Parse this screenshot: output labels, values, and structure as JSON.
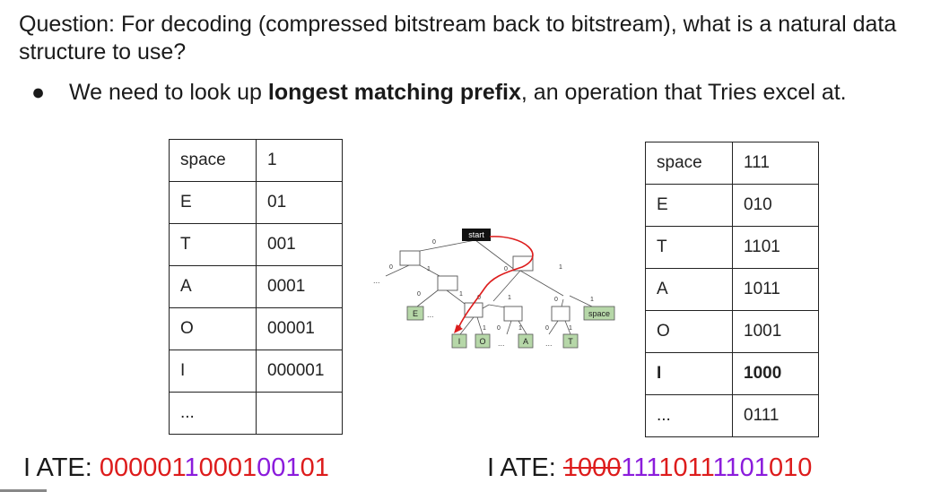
{
  "question": "Question: For decoding (compressed bitstream back to bitstream), what is a natural data structure to use?",
  "bullet": {
    "dot": "●",
    "text_before": "We need to look up ",
    "text_bold": "longest matching prefix",
    "text_after": ", an operation that Tries excel at."
  },
  "table_left": {
    "rows": [
      {
        "symbol": "space",
        "code": "1"
      },
      {
        "symbol": "E",
        "code": "01"
      },
      {
        "symbol": "T",
        "code": "001"
      },
      {
        "symbol": "A",
        "code": "0001"
      },
      {
        "symbol": "O",
        "code": "00001"
      },
      {
        "symbol": "I",
        "code": "000001"
      },
      {
        "symbol": "...",
        "code": ""
      }
    ]
  },
  "table_right": {
    "rows": [
      {
        "symbol": "space",
        "code": "111"
      },
      {
        "symbol": "E",
        "code": "010"
      },
      {
        "symbol": "T",
        "code": "1101"
      },
      {
        "symbol": "A",
        "code": "1011"
      },
      {
        "symbol": "O",
        "code": "1001"
      },
      {
        "symbol": "I",
        "code": "1000",
        "bold": true
      },
      {
        "symbol": "...",
        "code": "0111"
      }
    ]
  },
  "encode_left": {
    "label": "I ATE: ",
    "segments": [
      {
        "text": "000001",
        "color": "red"
      },
      {
        "text": "1",
        "color": "purple"
      },
      {
        "text": "0001",
        "color": "red"
      },
      {
        "text": "001",
        "color": "purple"
      },
      {
        "text": "01",
        "color": "red"
      }
    ]
  },
  "encode_right": {
    "label": "I ATE: ",
    "segments": [
      {
        "text": "1000",
        "color": "red",
        "strike": true
      },
      {
        "text": "111",
        "color": "purple"
      },
      {
        "text": "1011",
        "color": "red"
      },
      {
        "text": "1101",
        "color": "purple"
      },
      {
        "text": "010",
        "color": "red"
      }
    ]
  },
  "trie": {
    "root_label": "start",
    "leaf_labels": {
      "E": "E",
      "space": "space",
      "I": "I",
      "O": "O",
      "A": "A",
      "T": "T"
    },
    "edge_labels": {
      "zero": "0",
      "one": "1"
    },
    "ellipsis": "...",
    "colors": {
      "leaf_fill": "#b6d7a8",
      "node_border": "#555555",
      "root_fill": "#111111",
      "path": "#dd1c1c"
    }
  },
  "colors": {
    "red": "#dd1c1c",
    "purple": "#8b1cdc"
  }
}
